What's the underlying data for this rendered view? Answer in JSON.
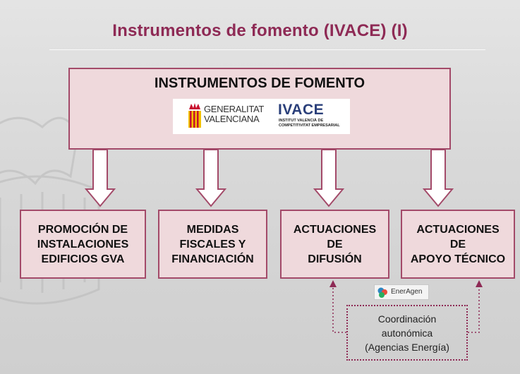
{
  "slide": {
    "title": "Instrumentos de fomento (IVACE) (I)"
  },
  "main_box": {
    "title": "INSTRUMENTOS DE FOMENTO",
    "logo_gva": "GENERALITAT\nVALENCIANA",
    "logo_ivace": "IVACE",
    "logo_ivace_sub": "INSTITUT VALENCIÀ DE\nCOMPETITIVITAT EMPRESARIAL"
  },
  "instruments": [
    {
      "label": "PROMOCIÓN DE\nINSTALACIONES\nEDIFICIOS GVA"
    },
    {
      "label": "MEDIDAS\nFISCALES Y\nFINANCIACIÓN"
    },
    {
      "label": "ACTUACIONES\nDE\nDIFUSIÓN"
    },
    {
      "label": "ACTUACIONES\nDE\nAPOYO TÉCNICO"
    }
  ],
  "enerAgen": "EnerAgen",
  "coordination": "Coordinación\nautonómica\n(Agencias Energía)",
  "colors": {
    "title": "#8e2a55",
    "box_fill": "#efd9dc",
    "box_border": "#a34a69",
    "background": "#dcdcdc"
  }
}
